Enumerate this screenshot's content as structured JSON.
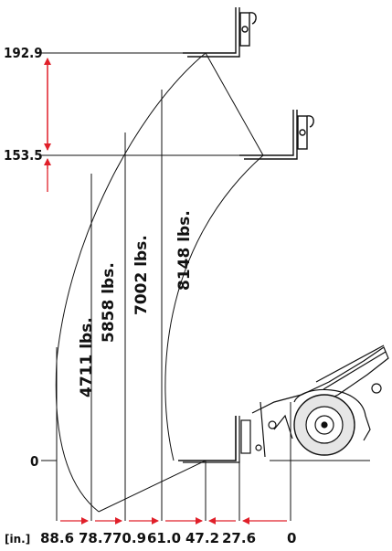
{
  "diagram": {
    "unit_label": "[in.]",
    "heights": [
      "192.9",
      "153.5",
      "0"
    ],
    "reaches": [
      "88.6",
      "78.7",
      "70.9",
      "61.0",
      "47.2",
      "27.6",
      "0"
    ],
    "capacities": [
      "4711 lbs.",
      "5858 lbs.",
      "7002 lbs.",
      "8148 lbs."
    ],
    "colors": {
      "dimension_red": "#e0202a",
      "ink": "#111111"
    }
  }
}
